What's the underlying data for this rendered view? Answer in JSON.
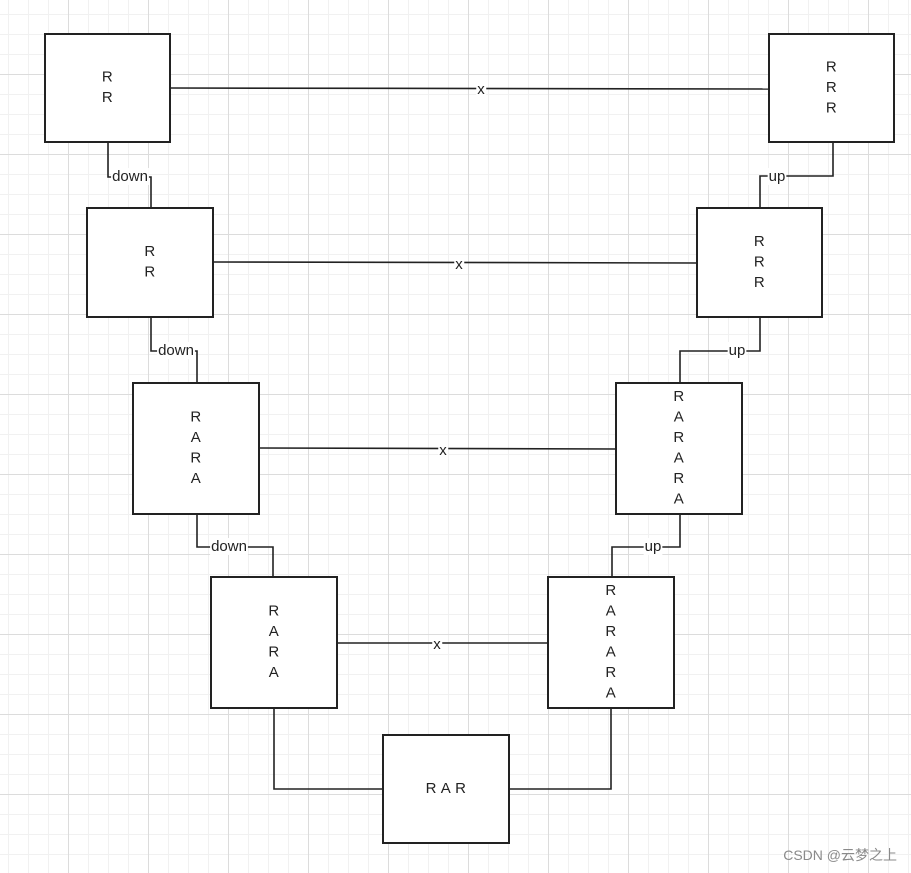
{
  "nodes": [
    {
      "id": "L1",
      "lines": [
        "R",
        "R"
      ]
    },
    {
      "id": "R1",
      "lines": [
        "R",
        "R",
        "R"
      ]
    },
    {
      "id": "L2",
      "lines": [
        "R",
        "R"
      ]
    },
    {
      "id": "R2",
      "lines": [
        "R",
        "R",
        "R"
      ]
    },
    {
      "id": "L3",
      "lines": [
        "R",
        "A",
        "R",
        "A"
      ]
    },
    {
      "id": "R3",
      "lines": [
        "R",
        "A",
        "R",
        "A",
        "R",
        "A"
      ]
    },
    {
      "id": "L4",
      "lines": [
        "R",
        "A",
        "R",
        "A"
      ]
    },
    {
      "id": "R4",
      "lines": [
        "R",
        "A",
        "R",
        "A",
        "R",
        "A"
      ]
    },
    {
      "id": "B",
      "lines": [
        "R A R"
      ]
    }
  ],
  "edges": [
    {
      "from": "L1",
      "to": "R1",
      "label": "x"
    },
    {
      "from": "L2",
      "to": "R2",
      "label": "x"
    },
    {
      "from": "L3",
      "to": "R3",
      "label": "x"
    },
    {
      "from": "L4",
      "to": "R4",
      "label": "x"
    },
    {
      "from": "L1",
      "to": "L2",
      "label": "down"
    },
    {
      "from": "L2",
      "to": "L3",
      "label": "down"
    },
    {
      "from": "L3",
      "to": "L4",
      "label": "down"
    },
    {
      "from": "R2",
      "to": "R1",
      "label": "up"
    },
    {
      "from": "R3",
      "to": "R2",
      "label": "up"
    },
    {
      "from": "R4",
      "to": "R3",
      "label": "up"
    },
    {
      "from": "L4",
      "to": "B",
      "label": ""
    },
    {
      "from": "R4",
      "to": "B",
      "label": ""
    }
  ],
  "watermark": "CSDN @云梦之上"
}
